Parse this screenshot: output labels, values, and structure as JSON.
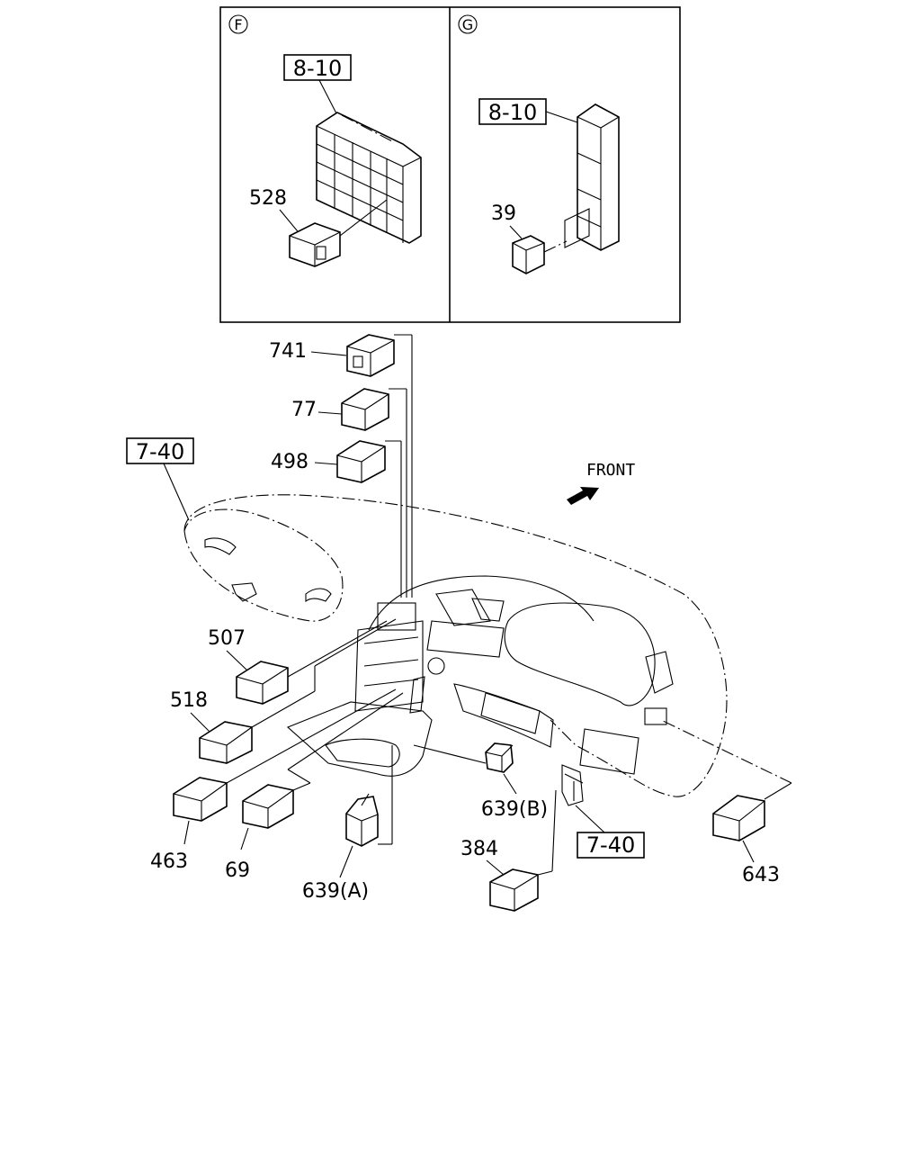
{
  "panels": {
    "left": {
      "marker": "F",
      "ref_box": "8-10",
      "part": "528"
    },
    "right": {
      "marker": "G",
      "ref_box": "8-10",
      "part": "39"
    }
  },
  "main": {
    "ref_box_top": "7-40",
    "ref_box_bottom": "7-40",
    "front_label": "FRONT",
    "parts": {
      "p741": "741",
      "p77": "77",
      "p498": "498",
      "p507": "507",
      "p518": "518",
      "p463": "463",
      "p69": "69",
      "p639a": "639(A)",
      "p639b": "639(B)",
      "p384": "384",
      "p643": "643"
    }
  }
}
